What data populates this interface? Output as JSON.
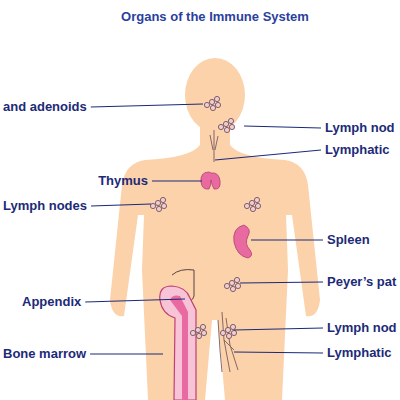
{
  "diagram": {
    "title": "Organs of the Immune System",
    "labels": [
      "and adenoids",
      "Lymph nod",
      "Lymphatic",
      "Thymus",
      "Lymph nodes",
      "Spleen",
      "Peyer’s pat",
      "Appendix",
      "Lymph nod",
      "Bone marrow",
      "Lymphatic"
    ]
  }
}
